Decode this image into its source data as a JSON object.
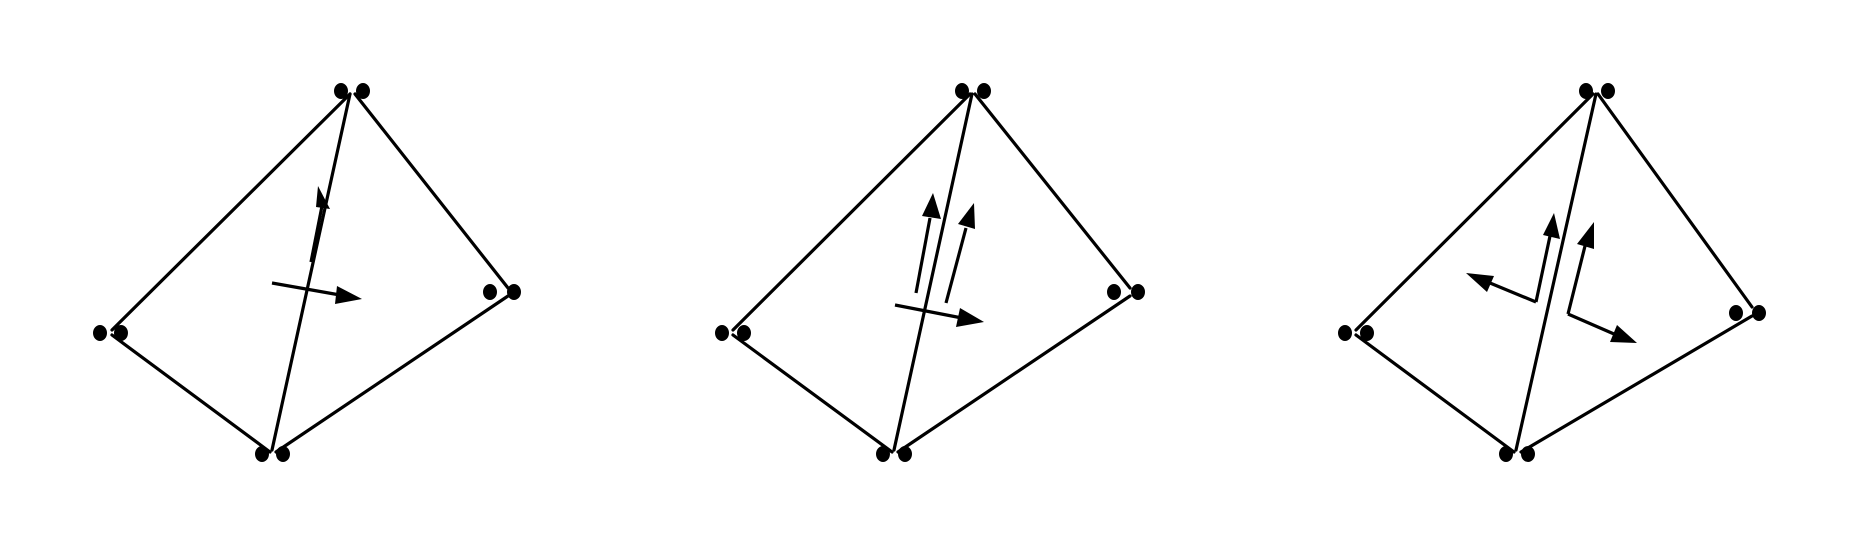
{
  "figure": {
    "panels": [
      {
        "name": "panel-1"
      },
      {
        "name": "panel-2"
      },
      {
        "name": "panel-3"
      }
    ],
    "colors": {
      "background": "#ffffff",
      "stroke": "#000000"
    }
  }
}
